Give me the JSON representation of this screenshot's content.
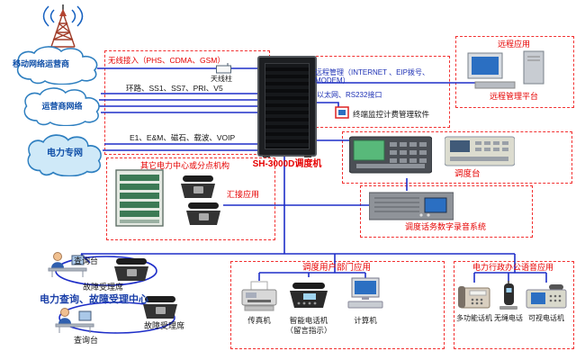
{
  "labels": {
    "cloud_mobile": "移动网络运营商",
    "cloud_carrier": "运营商网络",
    "cloud_power": "电力专网",
    "wireless": "无线接入（PHS、CDMA、GSM）",
    "antenna_pole": "天线柱",
    "loops": "环路、SS1、SS7、PRI、V5",
    "e1_links": "E1、E&M、磁石、载波、VOIP",
    "other_center": "其它电力中心或分点机构",
    "tandem": "汇接应用",
    "rack": "SH-3000D调度机",
    "remote_mgmt": "远程管理（INTERNET 、EIP拨号、MODEM）",
    "ethernet": "以太网、RS232接口",
    "terminal_sw": "终端监控计费管理软件",
    "remote_app": "远程应用",
    "remote_platform": "远程管理平台",
    "dispatch_console": "调度台",
    "recording": "调度话务数字录音系统",
    "query_desk_1": "查询台",
    "fault_desk_1": "故障受理席",
    "query_center": "电力查询、故障受理中心",
    "query_desk_2": "查询台",
    "fault_desk_2": "故障受理席",
    "dept_title": "调度用户部门应用",
    "fax": "传真机",
    "smart_phone_1": "智能电话机",
    "smart_phone_2": "（留言指示）",
    "computer": "计算机",
    "office_title": "电力行政办公语音应用",
    "multi_phone": "多功能话机",
    "cordless": "无绳电话",
    "video_phone": "可视电话机"
  },
  "colors": {
    "connection_line": "#1e2ec8",
    "dashed_frame": "#f23030",
    "red_label": "#e60000",
    "blue_label": "#1c2fb4",
    "cloud_text": "#0f4fa8"
  }
}
